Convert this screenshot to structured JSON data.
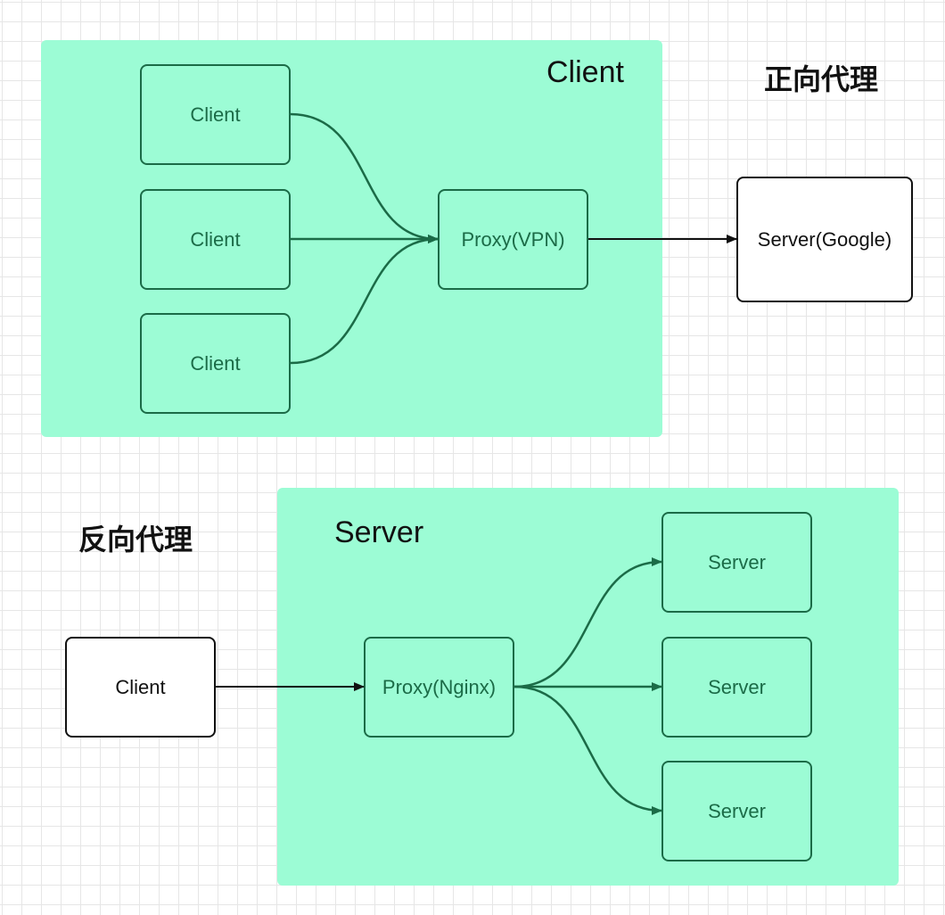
{
  "top": {
    "group_label": "Client",
    "side_label": "正向代理",
    "clients": [
      "Client",
      "Client",
      "Client"
    ],
    "proxy": "Proxy(VPN)",
    "target": "Server(Google)"
  },
  "bottom": {
    "group_label": "Server",
    "side_label": "反向代理",
    "client": "Client",
    "proxy": "Proxy(Nginx)",
    "servers": [
      "Server",
      "Server",
      "Server"
    ]
  },
  "colors": {
    "group_fill": "#9cfcd5",
    "node_stroke": "#1b6b47",
    "plain_stroke": "#111111",
    "grid": "#e6e6e6"
  }
}
